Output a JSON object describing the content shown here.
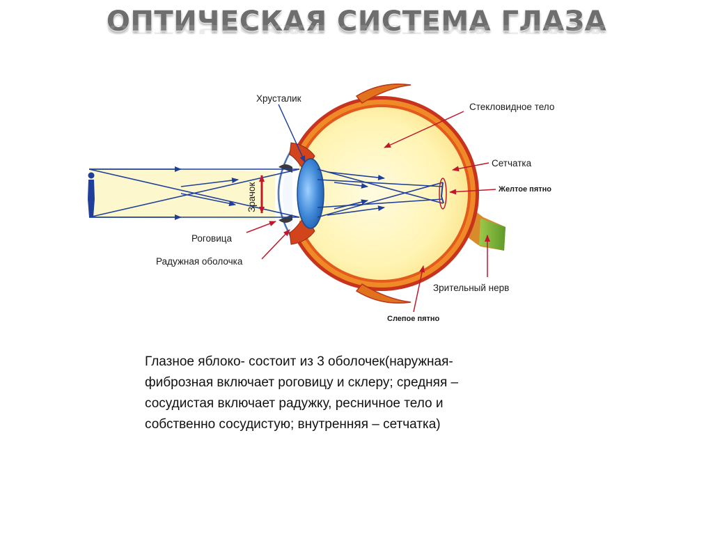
{
  "title": "ОПТИЧЕСКАЯ СИСТЕМА ГЛАЗА",
  "labels": {
    "lens": "Хрусталик",
    "vitreous": "Стекловидное тело",
    "retina": "Сетчатка",
    "macula": "Желтое пятно",
    "pupil": "Зрачок",
    "cornea": "Роговица",
    "iris": "Радужная оболочка",
    "optic_nerve": "Зрительный нерв",
    "blind_spot": "Слепое пятно"
  },
  "description": "Глазное яблоко- состоит из 3 оболочек(наружная-фиброзная включает роговицу и склеру; средняя –сосудистая включает радужку, ресничное тело и собственно сосудистую; внутренняя – сетчатка)"
}
